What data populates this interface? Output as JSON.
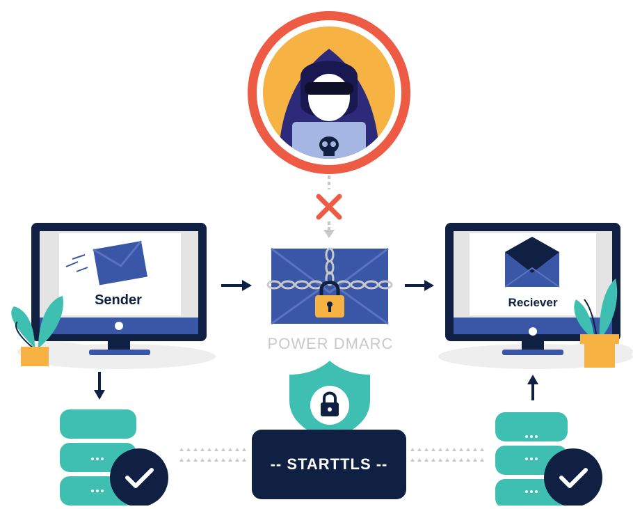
{
  "diagram": {
    "sender_label": "Sender",
    "receiver_label": "Reciever",
    "brand": "POWER DMARC",
    "protocol_label": "-- STARTTLS --"
  },
  "colors": {
    "navy": "#0f2042",
    "blue": "#3a57a7",
    "light_blue": "#a5b6e3",
    "teal": "#3fbfb2",
    "orange": "#f7b244",
    "red": "#ee5b45",
    "grey": "#c9c9c9"
  },
  "icons": [
    "hacker-icon",
    "skull-icon",
    "blocked-x-icon",
    "envelope-icon",
    "chain-icon",
    "padlock-icon",
    "shield-icon",
    "database-icon",
    "check-icon",
    "plant-icon",
    "arrow-icon",
    "monitor-icon"
  ]
}
